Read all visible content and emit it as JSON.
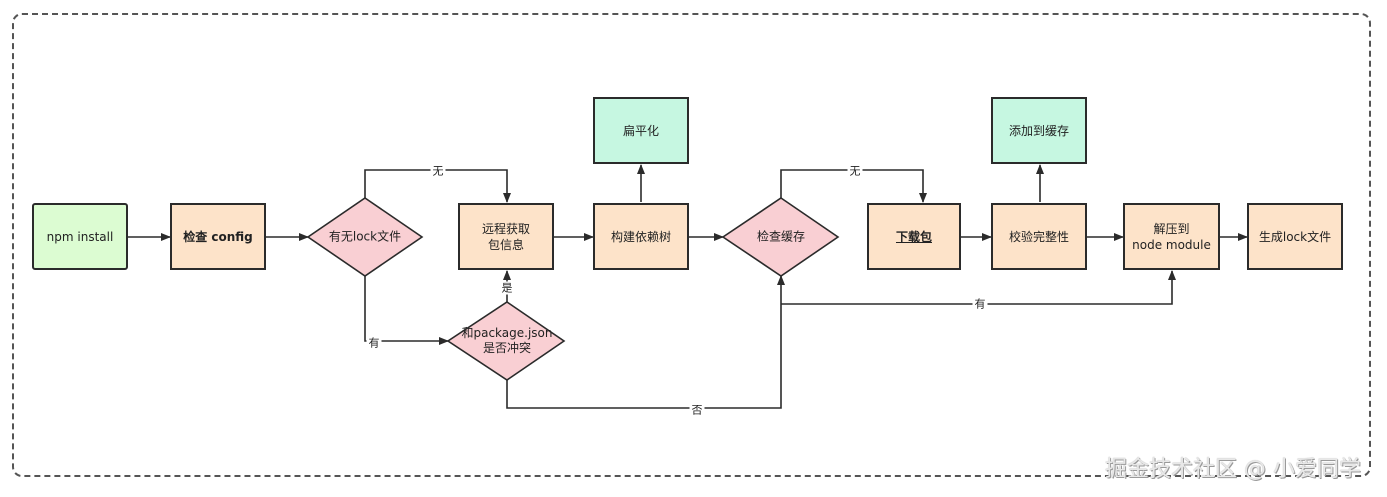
{
  "nodes": {
    "npm_install": "npm install",
    "check_config": "检查 config",
    "has_lock": "有无lock文件",
    "remote_fetch": "远程获取\n包信息",
    "build_tree": "构建依赖树",
    "flatten": "扁平化",
    "check_cache": "检查缓存",
    "download": "下载包",
    "verify": "校验完整性",
    "add_cache": "添加到缓存",
    "extract": "解压到\nnode module",
    "gen_lock": "生成lock文件",
    "conflict": "和package.json\n是否冲突"
  },
  "edges": {
    "lock_none": "无",
    "lock_has": "有",
    "conflict_yes": "是",
    "conflict_no": "否",
    "cache_none": "无",
    "cache_has": "有"
  },
  "watermark": "掘金技术社区 @ 小爱同学",
  "colors": {
    "start": "#dcfcd2",
    "process": "#fde3c9",
    "side": "#c6f7e1",
    "decision": "#f9cfd3",
    "stroke": "#2b2b2b"
  }
}
